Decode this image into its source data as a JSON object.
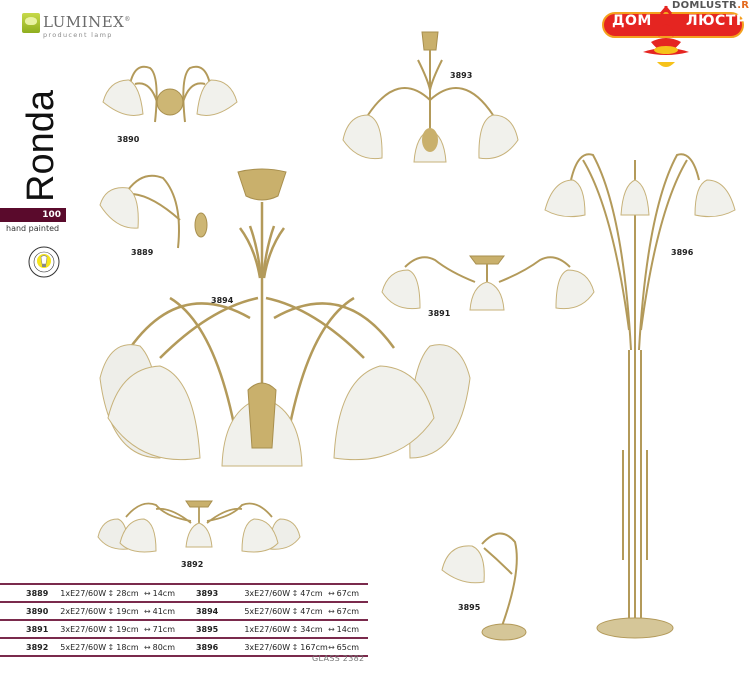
{
  "brand": {
    "name": "LUMINEX",
    "registered": "®",
    "tagline": "producent lamp"
  },
  "dealer": {
    "url_main": "DOMLUSTR",
    "url_tld": ".RU",
    "word_left": "ДОМ",
    "word_right": "ЛЮСТР",
    "colors": {
      "red": "#e52521",
      "yellow": "#f4a11e"
    }
  },
  "collection": {
    "title": "Ronda",
    "number": "100",
    "finish": "hand painted",
    "badge": "energy saving recommended",
    "accent_color": "#5a0a2c"
  },
  "products": [
    {
      "code": "3890",
      "type": "wall lamp, 2 shades"
    },
    {
      "code": "3889",
      "type": "wall lamp, 1 shade"
    },
    {
      "code": "3893",
      "type": "chandelier, 3 shades"
    },
    {
      "code": "3894",
      "type": "chandelier, 5 shades"
    },
    {
      "code": "3891",
      "type": "ceiling lamp, 3 shades"
    },
    {
      "code": "3896",
      "type": "floor lamp, 3 shades"
    },
    {
      "code": "3892",
      "type": "ceiling lamp, 5 shades"
    },
    {
      "code": "3895",
      "type": "table lamp, 1 shade"
    }
  ],
  "specs": {
    "height_icon": "↕",
    "width_icon": "↔",
    "rows": [
      {
        "left": {
          "code": "3889",
          "bulb": "1xE27/60W",
          "height": "28cm",
          "width": "14cm"
        },
        "right": {
          "code": "3893",
          "bulb": "3xE27/60W",
          "height": "47cm",
          "width": "67cm"
        }
      },
      {
        "left": {
          "code": "3890",
          "bulb": "2xE27/60W",
          "height": "19cm",
          "width": "41cm"
        },
        "right": {
          "code": "3894",
          "bulb": "5xE27/60W",
          "height": "47cm",
          "width": "67cm"
        }
      },
      {
        "left": {
          "code": "3891",
          "bulb": "3xE27/60W",
          "height": "19cm",
          "width": "71cm"
        },
        "right": {
          "code": "3895",
          "bulb": "1xE27/60W",
          "height": "34cm",
          "width": "14cm"
        }
      },
      {
        "left": {
          "code": "3892",
          "bulb": "5xE27/60W",
          "height": "18cm",
          "width": "80cm"
        },
        "right": {
          "code": "3896",
          "bulb": "3xE27/60W",
          "height": "167cm",
          "width": "65cm"
        }
      }
    ]
  },
  "glass_note": "GLASS 2382"
}
